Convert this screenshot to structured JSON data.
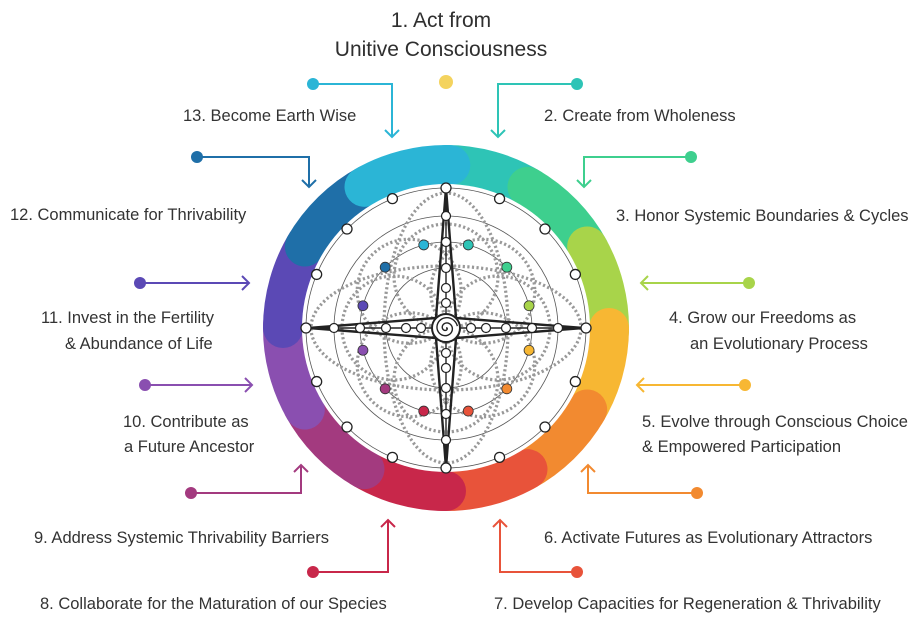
{
  "title": {
    "line1": "1. Act from",
    "line2": "Unitive Consciousness"
  },
  "principles": [
    {
      "num": 1,
      "lines": [
        "1. Act from",
        "Unitive Consciousness"
      ],
      "color": "#f4d35e"
    },
    {
      "num": 2,
      "lines": [
        "2. Create from Wholeness"
      ],
      "color": "#2ec4b6"
    },
    {
      "num": 3,
      "lines": [
        "3. Honor Systemic Boundaries & Cycles"
      ],
      "color": "#3ecf8e"
    },
    {
      "num": 4,
      "lines": [
        "4. Grow our Freedoms as",
        "an Evolutionary Process"
      ],
      "color": "#a8d44a"
    },
    {
      "num": 5,
      "lines": [
        "5. Evolve through Conscious Choice",
        "& Empowered Participation"
      ],
      "color": "#f7b733"
    },
    {
      "num": 6,
      "lines": [
        "6. Activate Futures as Evolutionary Attractors"
      ],
      "color": "#f28a30"
    },
    {
      "num": 7,
      "lines": [
        "7. Develop Capacities for Regeneration & Thrivability"
      ],
      "color": "#e8533a"
    },
    {
      "num": 8,
      "lines": [
        "8. Collaborate for the Maturation of our Species"
      ],
      "color": "#c8274a"
    },
    {
      "num": 9,
      "lines": [
        "9. Address Systemic Thrivability Barriers"
      ],
      "color": "#a33a7f"
    },
    {
      "num": 10,
      "lines": [
        "10. Contribute as",
        "a Future Ancestor"
      ],
      "color": "#8a4fb0"
    },
    {
      "num": 11,
      "lines": [
        "11. Invest in the Fertility",
        "& Abundance of Life"
      ],
      "color": "#5b49b5"
    },
    {
      "num": 12,
      "lines": [
        "12. Communicate for Thrivability"
      ],
      "color": "#1f6fa8"
    },
    {
      "num": 13,
      "lines": [
        "13. Become Earth Wise"
      ],
      "color": "#2bb5d6"
    }
  ]
}
